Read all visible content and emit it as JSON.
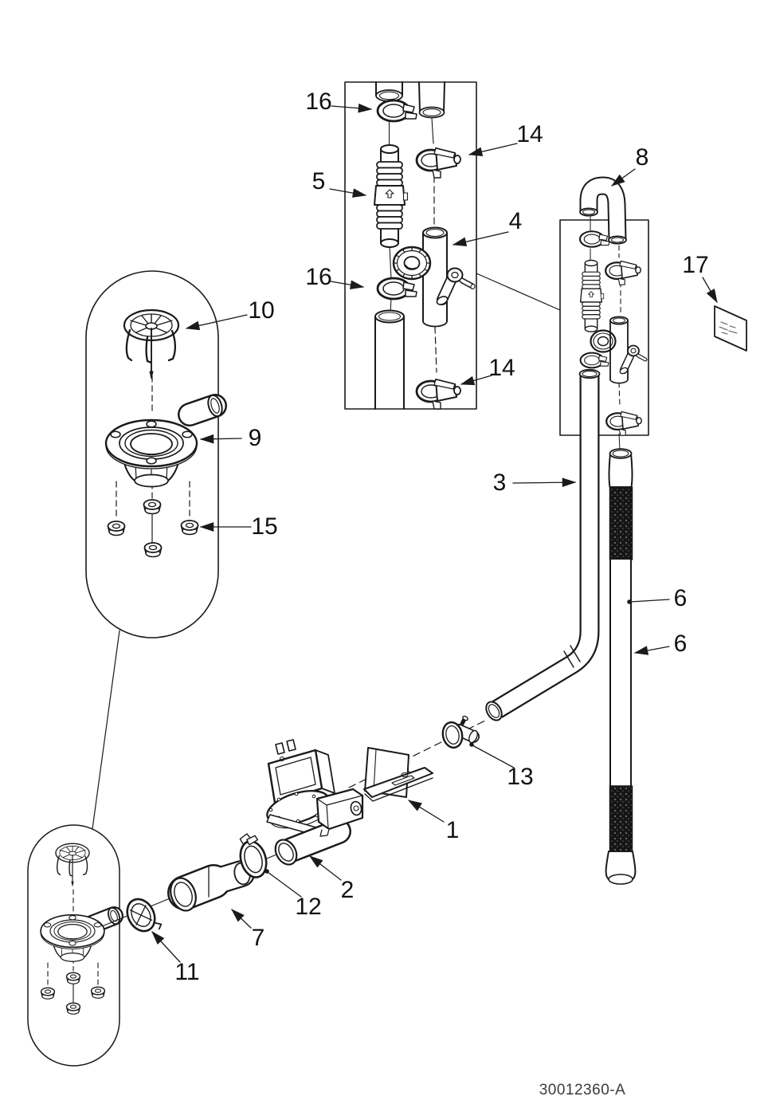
{
  "diagram": {
    "drawing_number": "30012360-A",
    "colors": {
      "line": "#1a1a1a",
      "background": "#ffffff"
    },
    "callouts": [
      {
        "label": "16"
      },
      {
        "label": "14"
      },
      {
        "label": "8"
      },
      {
        "label": "5"
      },
      {
        "label": "4"
      },
      {
        "label": "17"
      },
      {
        "label": "16"
      },
      {
        "label": "10"
      },
      {
        "label": "14"
      },
      {
        "label": "9"
      },
      {
        "label": "3"
      },
      {
        "label": "15"
      },
      {
        "label": "6"
      },
      {
        "label": "6"
      },
      {
        "label": "13"
      },
      {
        "label": "1"
      },
      {
        "label": "2"
      },
      {
        "label": "12"
      },
      {
        "label": "7"
      },
      {
        "label": "11"
      }
    ]
  }
}
